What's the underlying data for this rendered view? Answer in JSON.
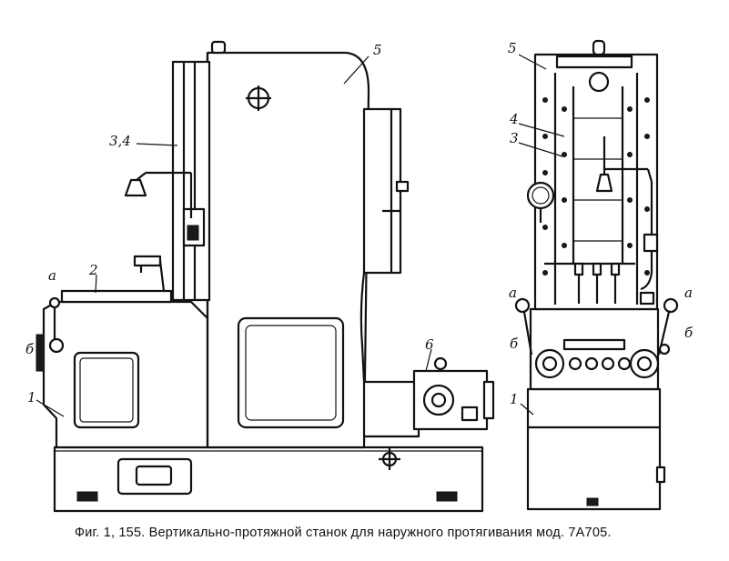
{
  "caption": "Фиг. 1, 155. Вертикально-протяжной станок для наружного протягивания мод. 7А705.",
  "side_view_labels": {
    "label_5": "5",
    "label_34": "3,4",
    "label_2": "2",
    "label_a": "а",
    "label_b": "б",
    "label_1": "1",
    "label_6": "6"
  },
  "front_view_labels": {
    "label_5": "5",
    "label_4": "4",
    "label_3": "3",
    "label_a_left": "а",
    "label_a_right": "а",
    "label_b_left": "б",
    "label_b_right": "б",
    "label_1": "1"
  }
}
